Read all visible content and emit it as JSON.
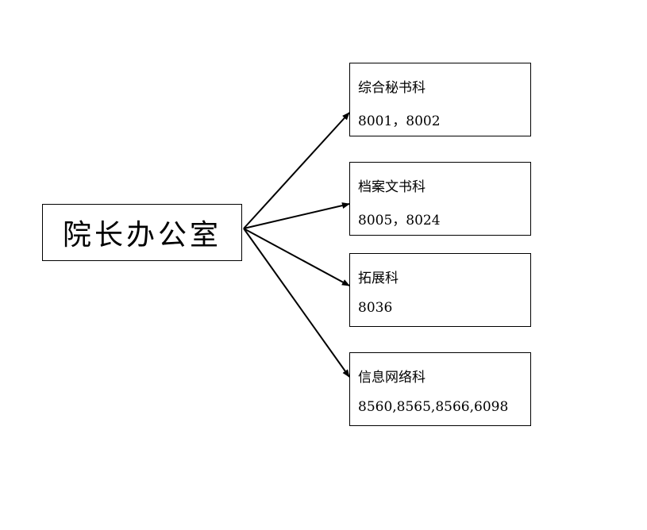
{
  "root": {
    "label": "院长办公室"
  },
  "departments": [
    {
      "name": "综合秘书科",
      "extensions": "8001，8002"
    },
    {
      "name": "档案文书科",
      "extensions": "8005，8024"
    },
    {
      "name": "拓展科",
      "extensions": "8036"
    },
    {
      "name": "信息网络科",
      "extensions": "8560,8565,8566,6098"
    }
  ],
  "colors": {
    "stroke": "#000000",
    "background": "#ffffff"
  }
}
